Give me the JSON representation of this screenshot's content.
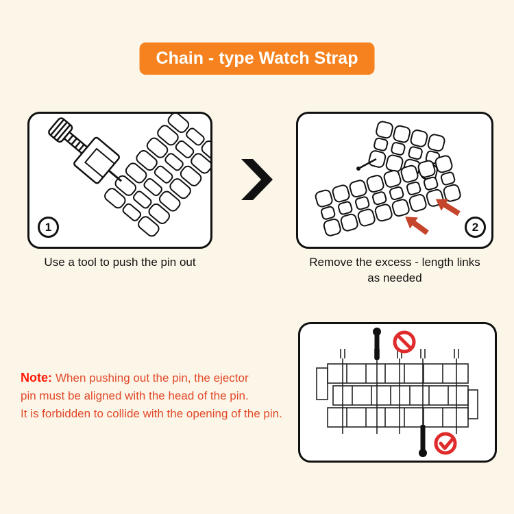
{
  "title": "Chain - type Watch Strap",
  "steps": [
    {
      "number": "1",
      "caption": "Use a tool to push the pin out"
    },
    {
      "number": "2",
      "caption": "Remove the excess - length links as needed"
    }
  ],
  "note": {
    "label": "Note:",
    "lines": [
      "When pushing out the pin, the ejector",
      "pin must be aligned with the head of the pin.",
      "It is forbidden to collide with the opening of the pin."
    ]
  },
  "icons": {
    "next_arrow": "chevron-right",
    "wrong": "prohibition-circle",
    "correct": "check-circle",
    "push_direction": "red-arrow"
  },
  "colors": {
    "banner": "#f6821f",
    "background": "#fcf6e8",
    "note_label": "#ff1906",
    "note_body": "#e2492b",
    "red_accent": "#c4452c",
    "ink": "#111111"
  }
}
